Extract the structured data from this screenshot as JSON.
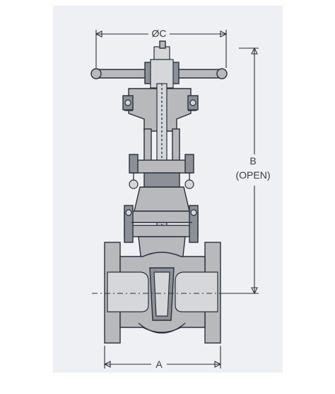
{
  "labels": {
    "diameter": "ØC",
    "height_letter": "B",
    "height_note": "(OPEN)",
    "width": "A"
  },
  "colors": {
    "panel": "#eef0f3",
    "metal": "#b7b9bd",
    "metal_dark": "#8d9096",
    "outline": "#2b2f3a"
  }
}
